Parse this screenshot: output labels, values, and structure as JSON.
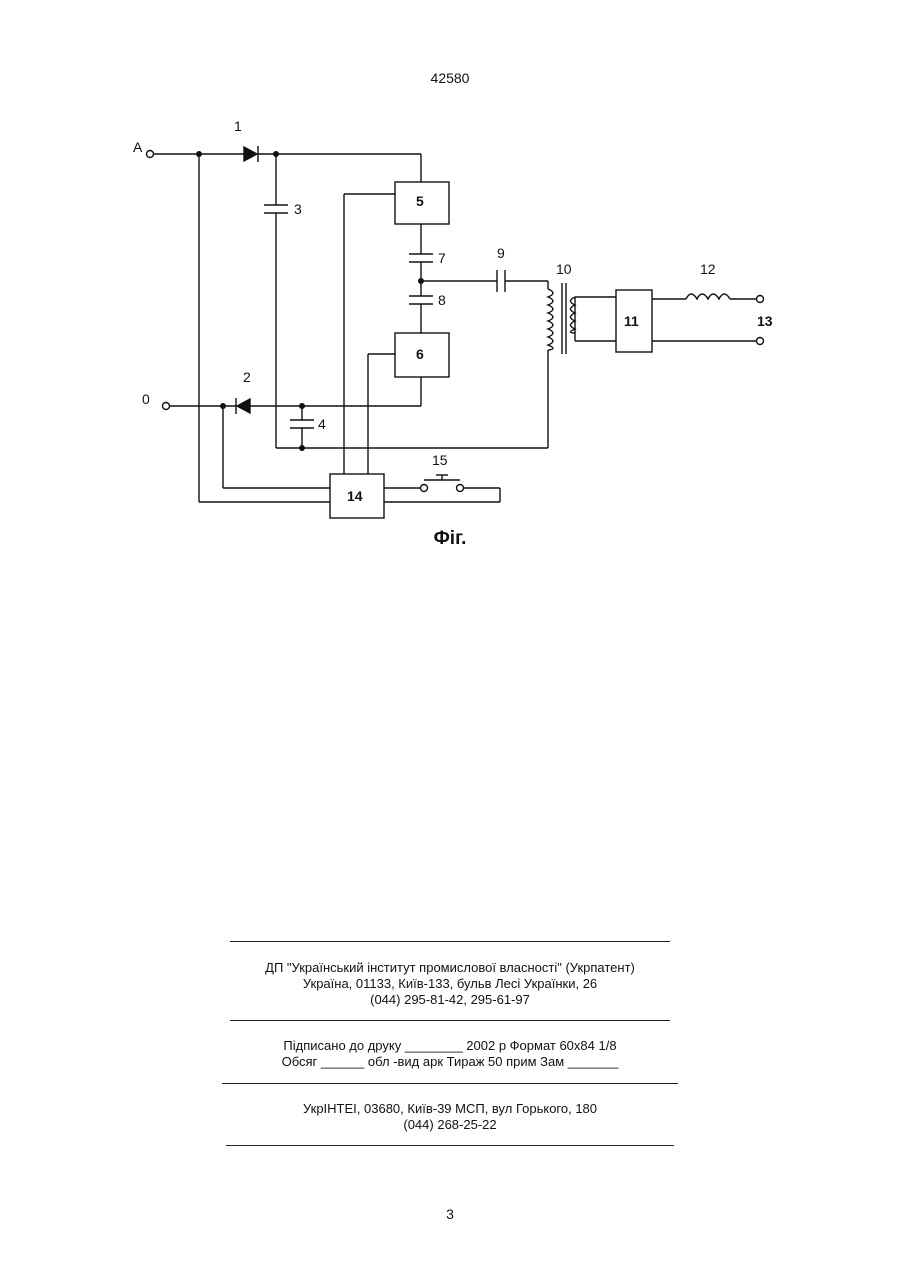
{
  "document_number": "42580",
  "figure": {
    "caption": "Фіг.",
    "terminal_labels": {
      "a": "A",
      "zero": "0"
    },
    "component_labels": {
      "c1": "1",
      "c2": "2",
      "c3": "3",
      "c4": "4",
      "c5": "5",
      "c6": "6",
      "c7": "7",
      "c8": "8",
      "c9": "9",
      "c10": "10",
      "c11": "11",
      "c12": "12",
      "c13": "13",
      "c14": "14",
      "c15": "15"
    }
  },
  "imprint": {
    "publisher": {
      "line1": "ДП \"Український інститут промислової власності\" (Укрпатент)",
      "line2": "Україна, 01133, Київ-133, бульв  Лесі Українки, 26",
      "line3": "(044) 295-81-42, 295-61-97"
    },
    "print_info": {
      "line1": "Підписано до друку ________ 2002 р     Формат 60х84 1/8",
      "line2": "Обсяг ______ обл -вид  арк    Тираж 50 прим     Зам _______"
    },
    "printer": {
      "line1": "УкрІНТЕІ, 03680, Київ-39 МСП, вул  Горького, 180",
      "line2": "(044) 268-25-22"
    }
  },
  "page_number": "3"
}
